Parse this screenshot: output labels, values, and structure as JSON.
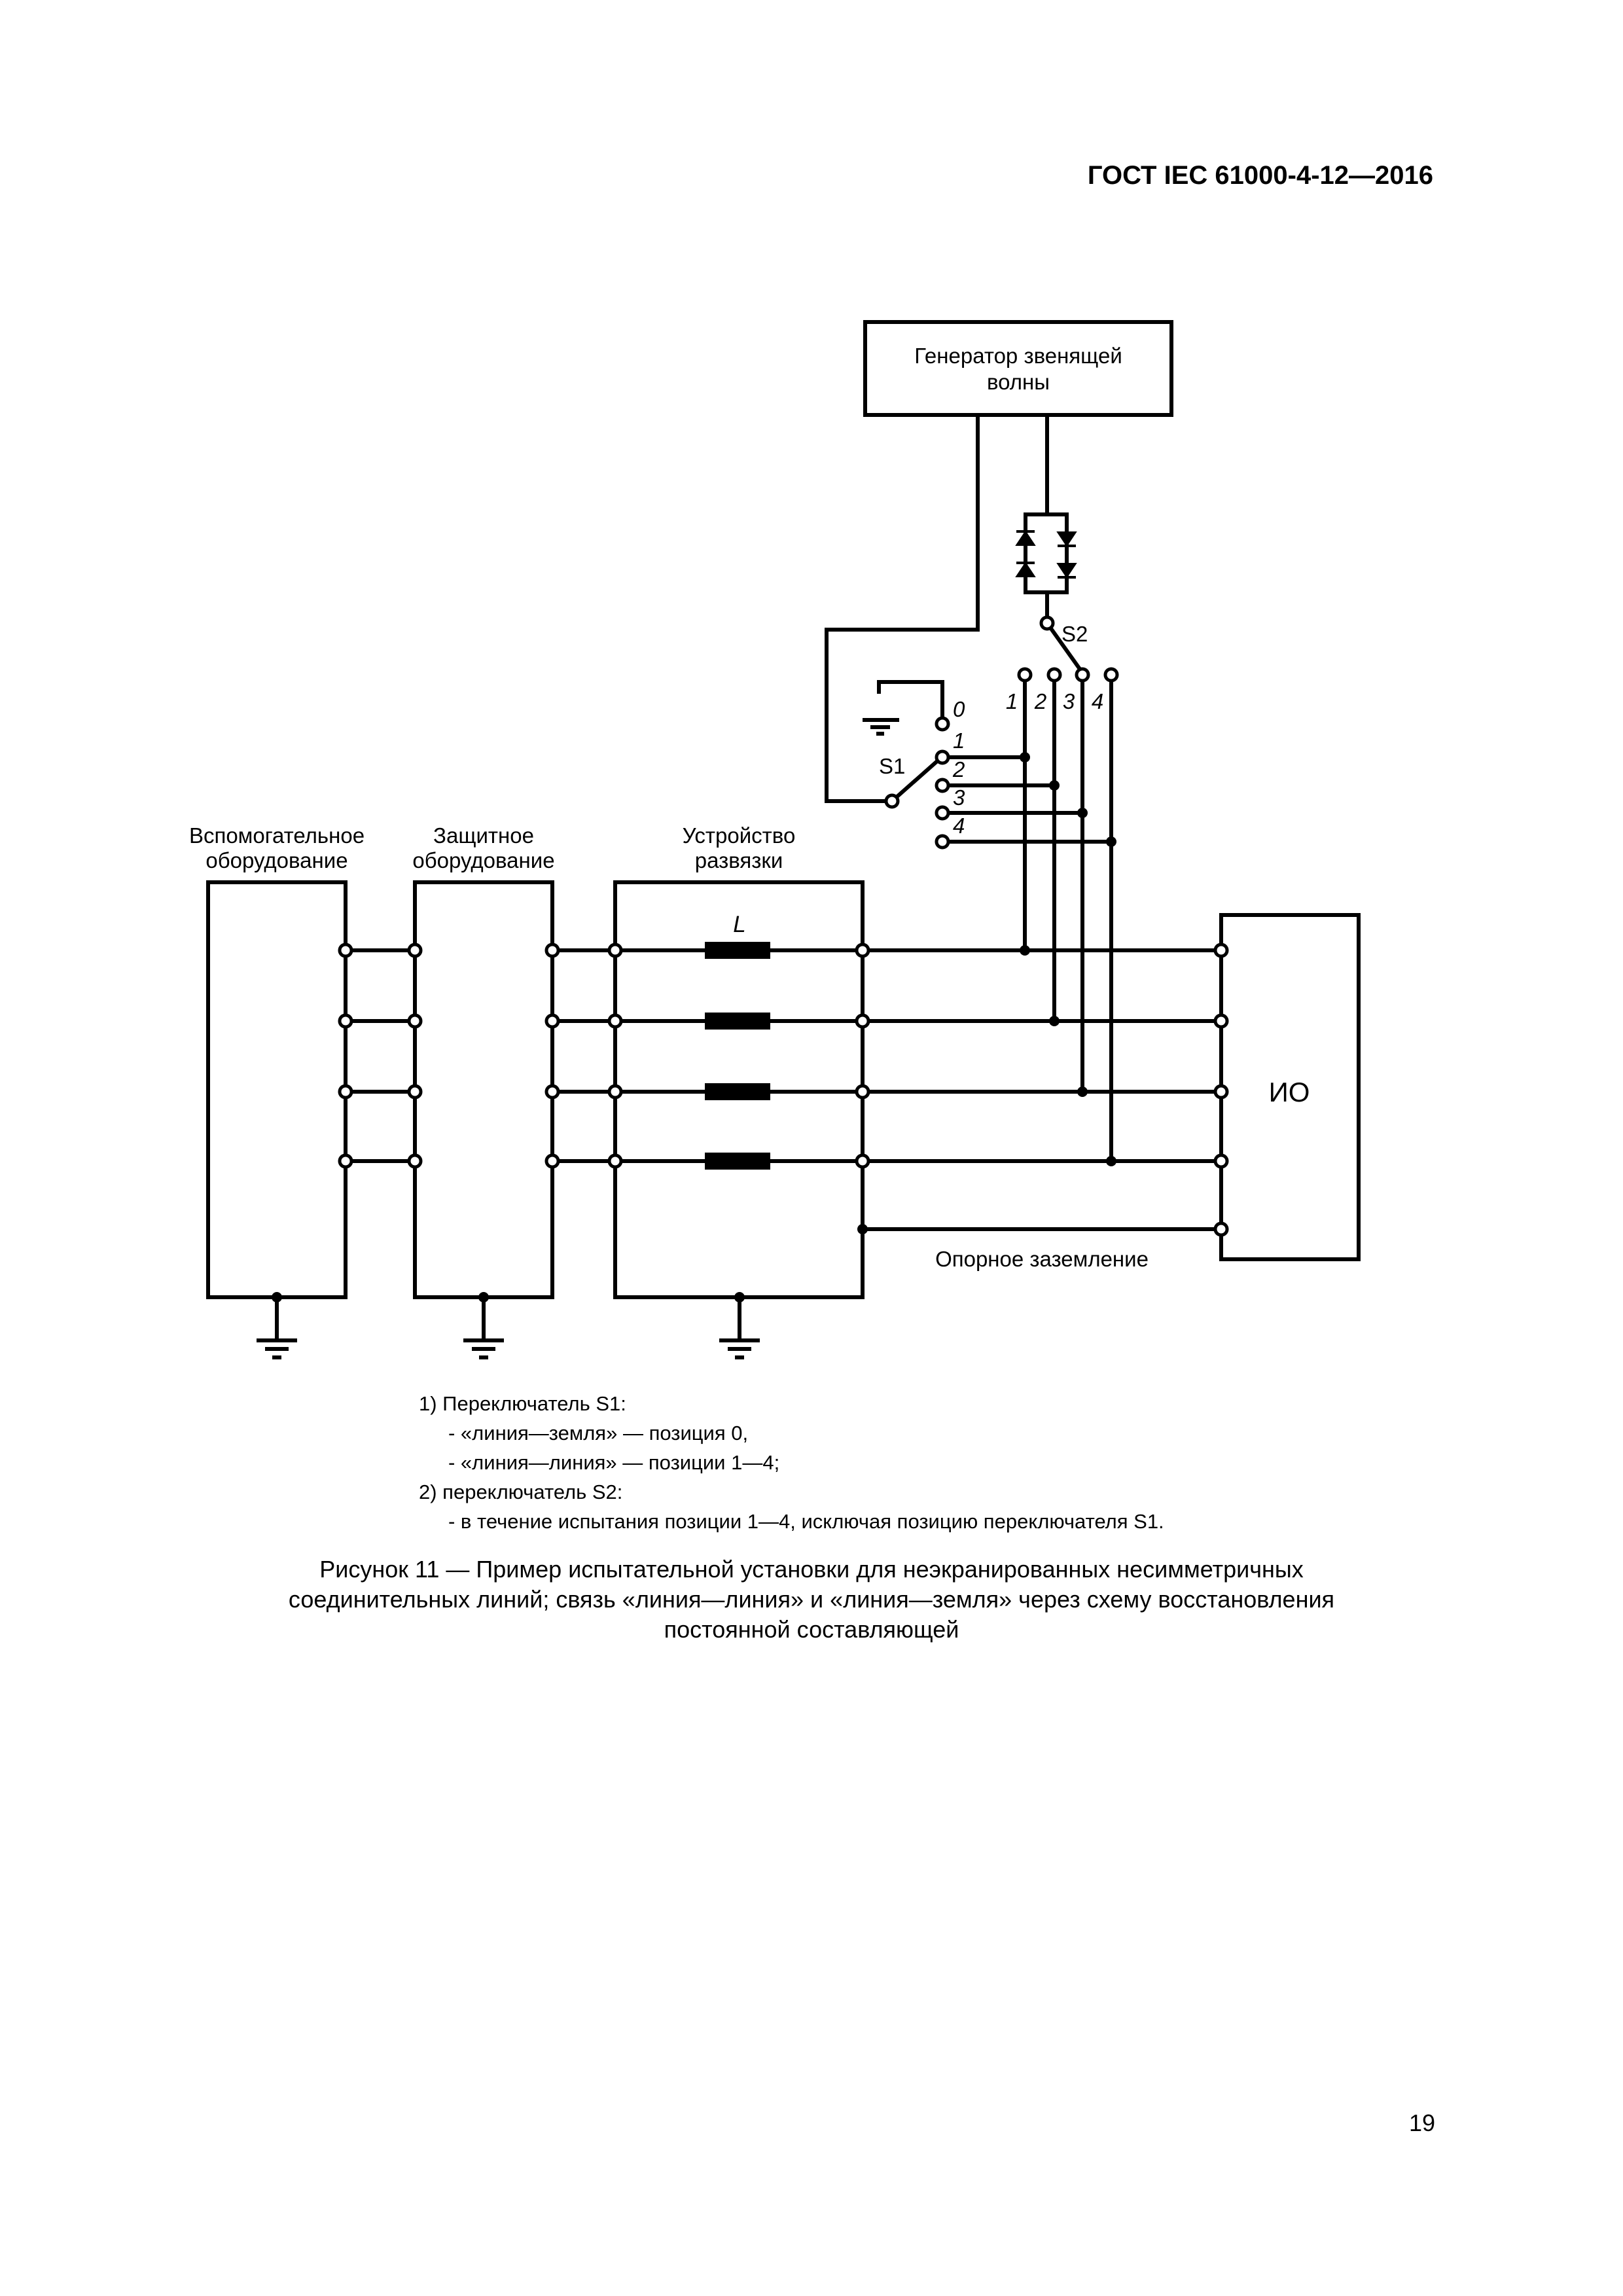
{
  "header": {
    "doc_code": "ГОСТ IEC 61000-4-12—2016"
  },
  "diagram": {
    "generator": {
      "line1": "Генератор звенящей",
      "line2": "волны"
    },
    "aux_equipment": {
      "line1": "Вспомогательное",
      "line2": "оборудование"
    },
    "protective_equipment": {
      "line1": "Защитное",
      "line2": "оборудование"
    },
    "decoupling_device": {
      "line1": "Устройство",
      "line2": "развязки"
    },
    "inductor_label": "L",
    "eut_label": "ИО",
    "reference_ground_label": "Опорное заземление",
    "switch_s1_label": "S1",
    "switch_s2_label": "S2",
    "s1_positions": [
      "0",
      "1",
      "2",
      "3",
      "4"
    ],
    "s2_positions": [
      "1",
      "2",
      "3",
      "4"
    ]
  },
  "notes": {
    "n1": "1)  Переключатель S1:",
    "n1a": "- «линия—земля» — позиция 0,",
    "n1b": "- «линия—линия» — позиции 1—4;",
    "n2": "2)  переключатель S2:",
    "n2a": "- в течение испытания позиции 1—4, исключая позицию переключателя S1."
  },
  "caption": {
    "line1": "Рисунок 11 — Пример испытательной установки для неэкранированных несимметричных",
    "line2": "соединительных линий; связь «линия—линия» и «линия—земля» через схему восстановления",
    "line3": "постоянной составляющей"
  },
  "page_number": "19"
}
